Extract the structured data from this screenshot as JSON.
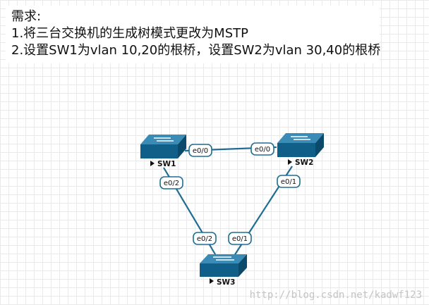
{
  "requirements": {
    "title": "需求:",
    "items": [
      "1.将三台交换机的生成树模式更改为MSTP",
      "2.设置SW1为vlan 10,20的根桥，设置SW2为vlan 30,40的根桥"
    ]
  },
  "switches": [
    {
      "id": "sw1",
      "name": "SW1"
    },
    {
      "id": "sw2",
      "name": "SW2"
    },
    {
      "id": "sw3",
      "name": "SW3"
    }
  ],
  "ports": {
    "sw1_sw2": "e0/0",
    "sw2_sw1": "e0/0",
    "sw1_sw3": "e0/2",
    "sw2_sw3": "e0/1",
    "sw3_sw1": "e0/2",
    "sw3_sw2": "e0/1"
  },
  "watermark": "http://blog.csdn.net/kadwf123",
  "colors": {
    "link": "#1f6d93",
    "switch_front": "#0f5f88",
    "switch_top": "#3a8bb5"
  }
}
